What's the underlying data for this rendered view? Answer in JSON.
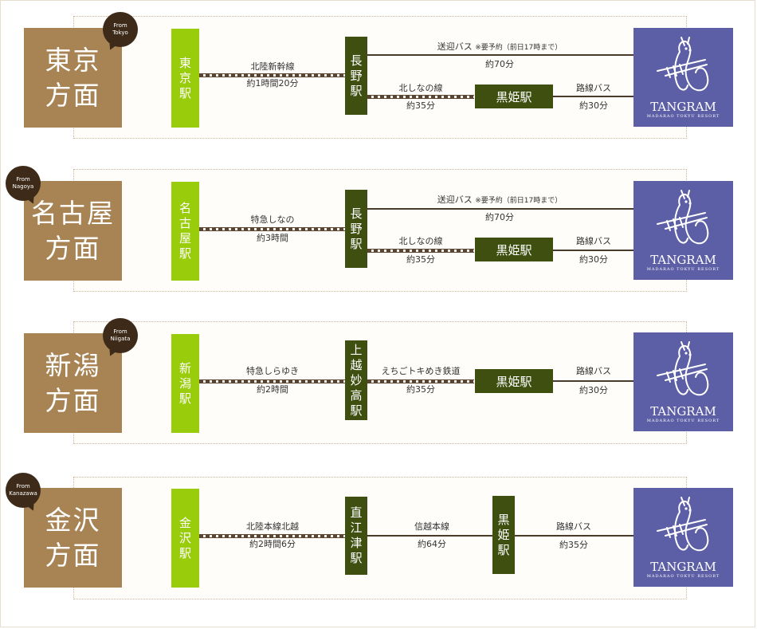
{
  "resort": {
    "brand": "TANGRAM",
    "sub": "MADARAO TOKYU RESORT"
  },
  "routes": [
    {
      "origin": [
        "東京",
        "方面"
      ],
      "bubble": [
        "From",
        "Tokyo"
      ],
      "origin_station": [
        "東",
        "京",
        "駅"
      ],
      "rail1": {
        "line": "北陸新幹線",
        "time": "約1時間20分"
      },
      "hub": [
        "長",
        "野",
        "駅"
      ],
      "shuttle": {
        "name": "送迎バス",
        "note": "※要予約（前日17時まで）",
        "time": "約70分"
      },
      "rail2": {
        "line": "北しなの線",
        "time": "約35分"
      },
      "kurohime": "黒姫駅",
      "bus": {
        "name": "路線バス",
        "time": "約30分"
      }
    },
    {
      "origin": [
        "名古屋",
        "方面"
      ],
      "bubble": [
        "From",
        "Nagoya"
      ],
      "origin_station": [
        "名",
        "古",
        "屋",
        "駅"
      ],
      "rail1": {
        "line": "特急しなの",
        "time": "約3時間"
      },
      "hub": [
        "長",
        "野",
        "駅"
      ],
      "shuttle": {
        "name": "送迎バス",
        "note": "※要予約（前日17時まで）",
        "time": "約70分"
      },
      "rail2": {
        "line": "北しなの線",
        "time": "約35分"
      },
      "kurohime": "黒姫駅",
      "bus": {
        "name": "路線バス",
        "time": "約30分"
      }
    },
    {
      "origin": [
        "新潟",
        "方面"
      ],
      "bubble": [
        "From",
        "Niigata"
      ],
      "origin_station": [
        "新",
        "潟",
        "駅"
      ],
      "rail1": {
        "line": "特急しらゆき",
        "time": "約2時間"
      },
      "hub": [
        "上",
        "越",
        "妙",
        "高",
        "駅"
      ],
      "rail2": {
        "line": "えちごトキめき鉄道",
        "time": "約35分"
      },
      "kurohime": "黒姫駅",
      "bus": {
        "name": "路線バス",
        "time": "約30分"
      }
    },
    {
      "origin": [
        "金沢",
        "方面"
      ],
      "bubble": [
        "From",
        "Kanazawa"
      ],
      "origin_station": [
        "金",
        "沢",
        "駅"
      ],
      "rail1": {
        "line": "北陸本線北越",
        "time": "約2時間6分"
      },
      "hub": [
        "直",
        "江",
        "津",
        "駅"
      ],
      "rail2": {
        "line": "信越本線",
        "time": "約64分"
      },
      "kurohime_v": [
        "黒",
        "姫",
        "駅"
      ],
      "bus": {
        "name": "路線バス",
        "time": "約35分"
      }
    }
  ]
}
